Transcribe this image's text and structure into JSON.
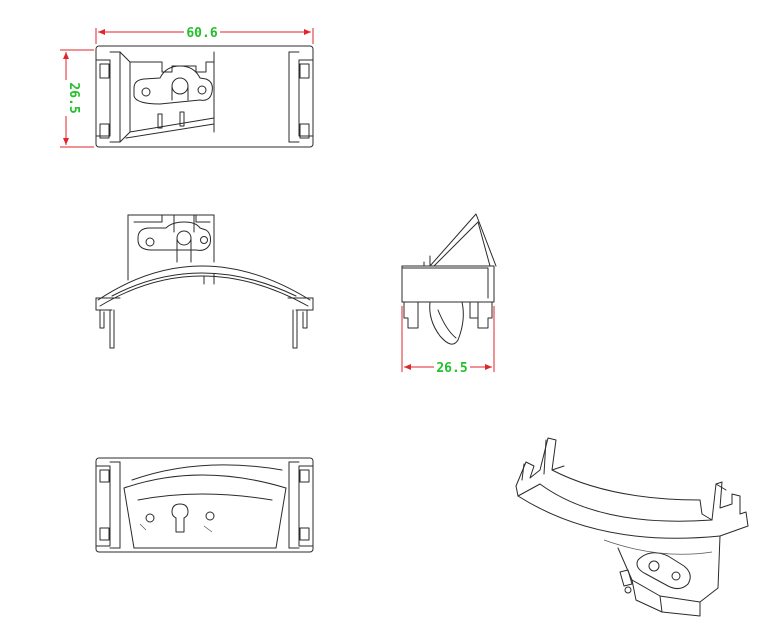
{
  "dimensions": {
    "top_width": "60.6",
    "top_height": "26.5",
    "side_width": "26.5"
  },
  "colors": {
    "dimension_line": "#e0262b",
    "dimension_text": "#22c02a",
    "outline": "#2b2b2b"
  }
}
